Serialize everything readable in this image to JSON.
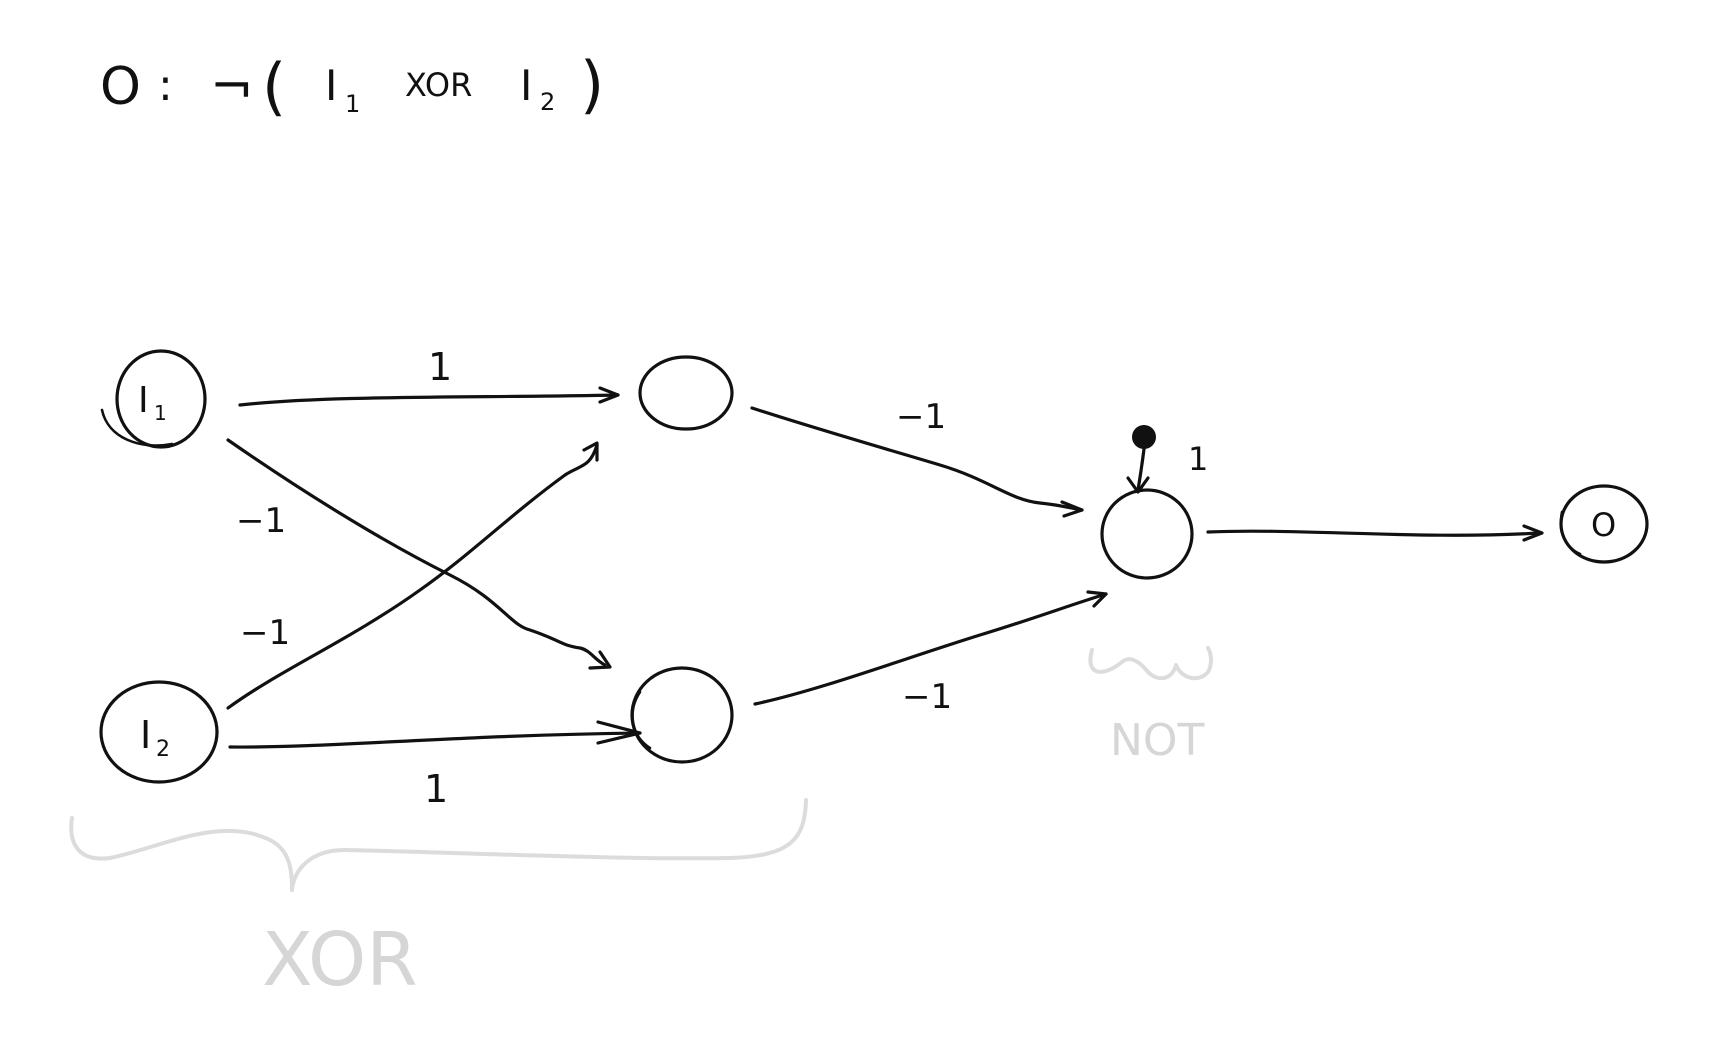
{
  "formula": {
    "output": "O",
    "colon": ":",
    "negation": "¬",
    "open_paren": "(",
    "input1": "I",
    "input1_sub": "1",
    "operator": "XOR",
    "input2": "I",
    "input2_sub": "2",
    "close_paren": ")"
  },
  "nodes": {
    "input1": {
      "label": "I",
      "sub": "1"
    },
    "input2": {
      "label": "I",
      "sub": "2"
    },
    "output": {
      "label": "O"
    }
  },
  "weights": {
    "i1_to_top": "1",
    "i1_to_bottom": "−1",
    "i2_to_top": "−1",
    "i2_to_bottom": "1",
    "top_to_not": "−1",
    "bottom_to_not": "−1",
    "bias_to_not": "1"
  },
  "groups": {
    "xor_label": "XOR",
    "not_label": "NOT"
  },
  "colors": {
    "ink": "#111111",
    "annotation": "#dcdcdc"
  }
}
